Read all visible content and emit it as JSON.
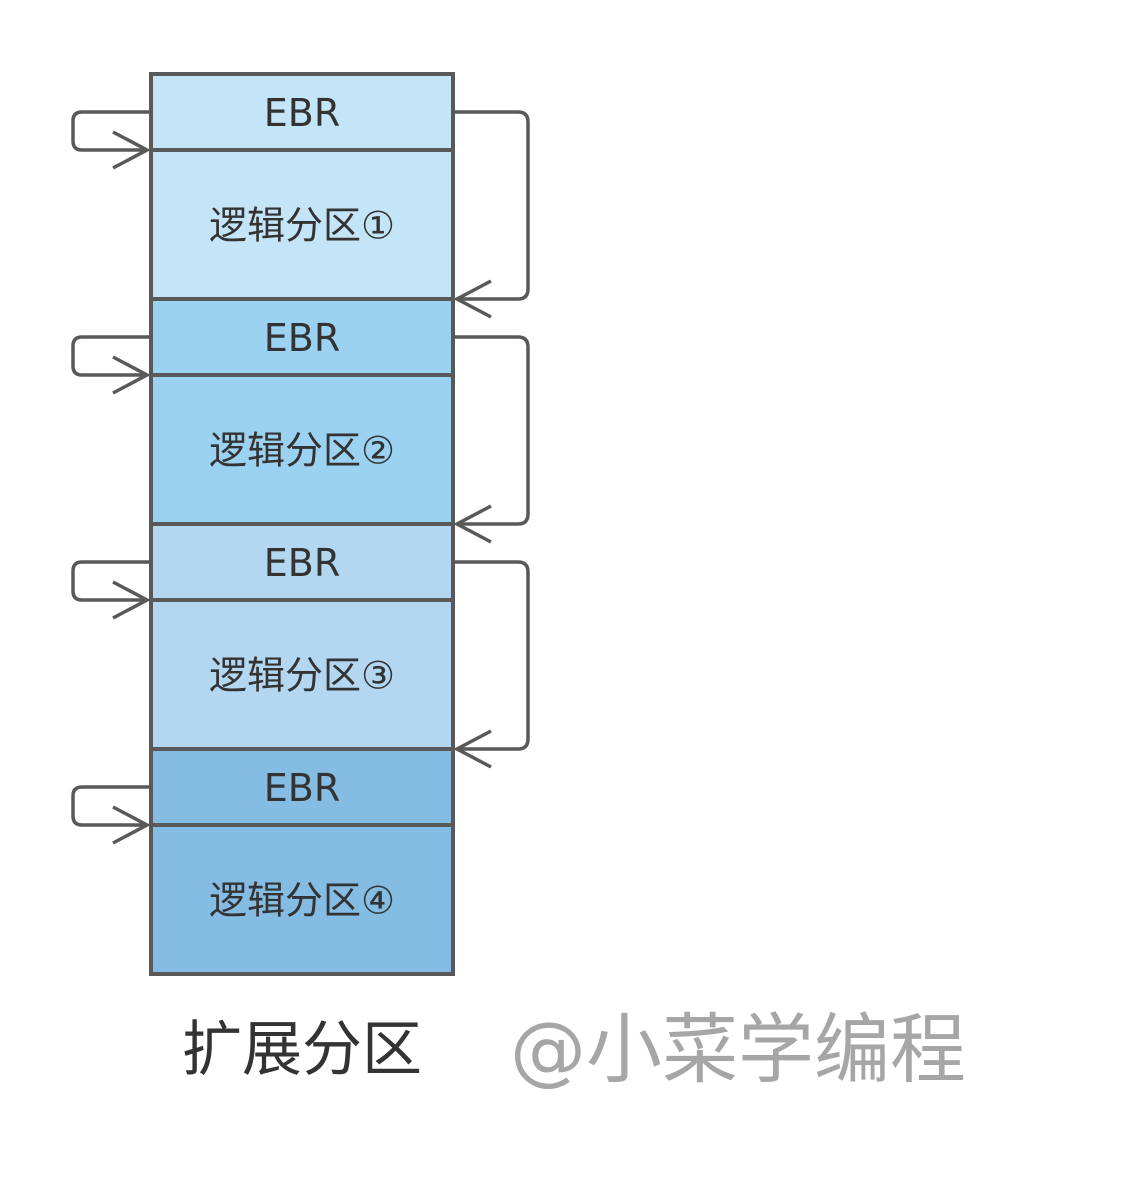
{
  "diagram": {
    "blocks": [
      {
        "kind": "ebr",
        "label": "EBR",
        "fill": "#c4e4f7"
      },
      {
        "kind": "partition",
        "label": "逻辑分区①",
        "fill": "#c4e4f7"
      },
      {
        "kind": "ebr",
        "label": "EBR",
        "fill": "#9bd2f2"
      },
      {
        "kind": "partition",
        "label": "逻辑分区②",
        "fill": "#9bd2f2"
      },
      {
        "kind": "ebr",
        "label": "EBR",
        "fill": "#b3d7f0"
      },
      {
        "kind": "partition",
        "label": "逻辑分区③",
        "fill": "#b3d7f0"
      },
      {
        "kind": "ebr",
        "label": "EBR",
        "fill": "#84bce4"
      },
      {
        "kind": "partition",
        "label": "逻辑分区④",
        "fill": "#84bce4"
      }
    ],
    "caption": "扩展分区",
    "watermark": "@小菜学编程",
    "colors": {
      "border": "#595959",
      "arrow": "#595959",
      "text": "#333333",
      "watermark": "#a6a6a6"
    }
  }
}
